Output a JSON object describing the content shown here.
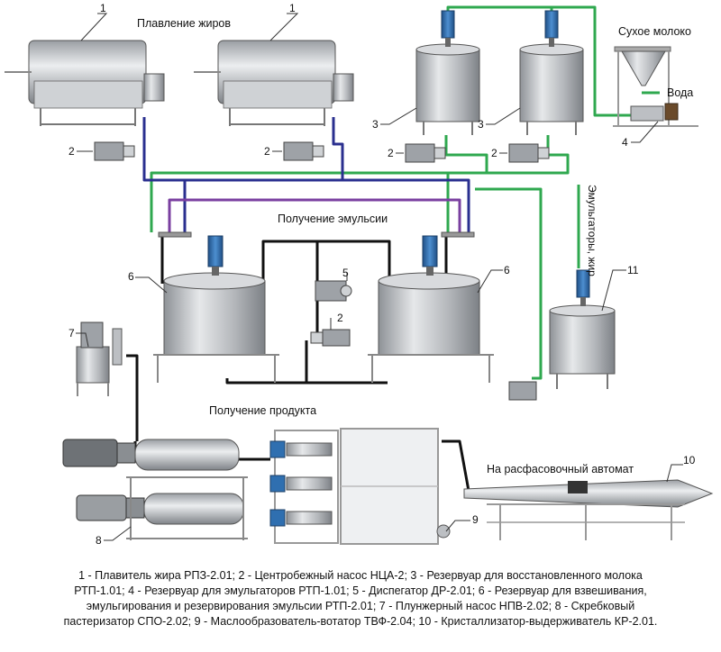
{
  "headings": {
    "fat_melting": "Плавление жиров",
    "dry_milk": "Сухое молоко",
    "water": "Вода",
    "emulsion": "Получение эмульсии",
    "emulsifiers": "Эмульгаторы, жир",
    "product": "Получение продукта",
    "packing": "На расфасовочный автомат"
  },
  "numbers": {
    "n1a": "1",
    "n1b": "1",
    "n2a": "2",
    "n2b": "2",
    "n2c": "2",
    "n2d": "2",
    "n2e": "2",
    "n3a": "3",
    "n3b": "3",
    "n4": "4",
    "n5": "5",
    "n6a": "6",
    "n6b": "6",
    "n7": "7",
    "n8": "8",
    "n9": "9",
    "n10": "10",
    "n11": "11"
  },
  "caption": {
    "line1": "1 - Плавитель жира РПЗ-2.01; 2 - Центробежный насос НЦА-2; 3 - Резервуар для восстановленного молока",
    "line2": "РТП-1.01; 4 - Резервуар для эмульгаторов РТП-1.01; 5 - Диспегатор ДР-2.01; 6 - Резервуар для взвешивания,",
    "line3": "эмульгирования и резервирования эмульсии РТП-2.01; 7 - Плунжерный насос НПВ-2.02; 8 - Скребковый",
    "line4": "пастеризатор СПО-2.02; 9 - Маслообразователь-вотатор ТВФ-2.04; 10 - Кристаллизатор-выдерживатель КР-2.01."
  },
  "colors": {
    "green_pipe": "#2fa84f",
    "blue_pipe": "#2a2f8f",
    "purple_pipe": "#7a3fa0",
    "black_pipe": "#111111",
    "steel": "#b9bcc0",
    "motor_blue": "#2f6fb0"
  }
}
